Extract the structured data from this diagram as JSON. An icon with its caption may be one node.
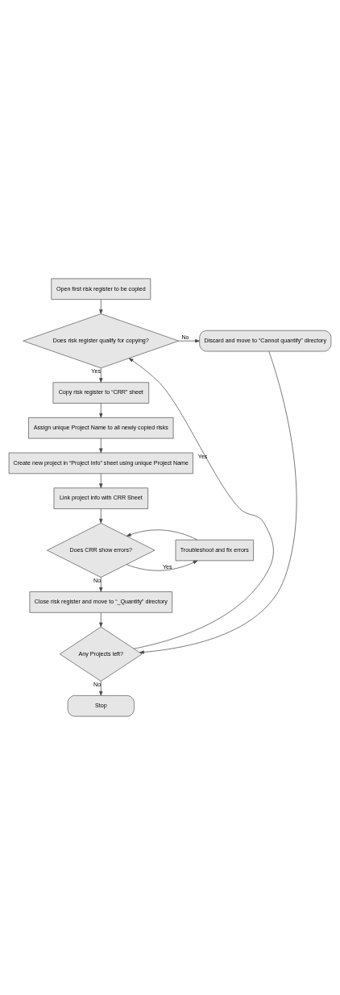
{
  "diagram": {
    "nodes": [
      {
        "text": [
          "Open first risk register to be copied"
        ]
      },
      {
        "text": [
          "Does risk register qualify for copying?"
        ]
      },
      {
        "text": [
          "Discard and move to “Cannot quantify” directory"
        ]
      },
      {
        "text": [
          "Copy risk register to “CRR” sheet"
        ]
      },
      {
        "text": [
          "Assign unique Project Name to all newly copied risks"
        ]
      },
      {
        "text": [
          "Create new project in “Project Info” sheet using unique Project Name"
        ]
      },
      {
        "text": [
          "Link project info with CRR Sheet"
        ]
      },
      {
        "text": [
          "Does CRR show errors?"
        ]
      },
      {
        "text": [
          "Troubleshoot and fix errors"
        ]
      },
      {
        "text": [
          "Close risk register and move to “_Quantify” directory"
        ]
      },
      {
        "text": [
          "Any Projects left?"
        ]
      },
      {
        "text": [
          "Stop"
        ]
      }
    ],
    "edges": [
      {
        "from": 0,
        "to": 1,
        "arrow": "to"
      },
      {
        "from": 1,
        "to": 2,
        "arrow": "to",
        "label": "No"
      },
      {
        "from": 1,
        "to": 3,
        "arrow": "to",
        "label": "Yes"
      },
      {
        "from": 3,
        "to": 4,
        "arrow": "to"
      },
      {
        "from": 4,
        "to": 5,
        "arrow": "to"
      },
      {
        "from": 5,
        "to": 6,
        "arrow": "to"
      },
      {
        "from": 6,
        "to": 7,
        "arrow": "to"
      },
      {
        "from": 7,
        "to": 8,
        "arrow": "to",
        "label": "Yes"
      },
      {
        "from": 8,
        "to": 7,
        "arrow": "to"
      },
      {
        "from": 7,
        "to": 9,
        "arrow": "to",
        "label": "No"
      },
      {
        "from": 9,
        "to": 10,
        "arrow": "to"
      },
      {
        "from": 2,
        "to": 10,
        "arrow": "to"
      },
      {
        "from": 10,
        "to": 1,
        "arrow": "to",
        "label": "Yes"
      },
      {
        "from": 10,
        "to": 11,
        "arrow": "to",
        "label": "No"
      }
    ]
  }
}
